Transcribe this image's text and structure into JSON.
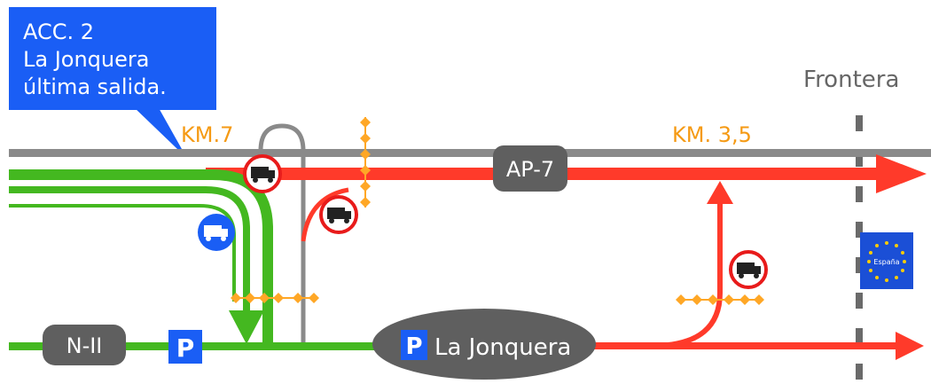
{
  "callout": {
    "line1": "ACC. 2",
    "line2": "La Jonquera",
    "line3": "última salida.",
    "color": "#1a5ef5"
  },
  "border_label": "Frontera",
  "km_labels": {
    "left": "KM.7",
    "right": "KM. 3,5"
  },
  "roads": {
    "ap7": "AP-7",
    "n2": "N-II",
    "town": "La Jonquera"
  },
  "parking_symbol": "P",
  "eu_sign_text": "España",
  "colors": {
    "gray_road": "#8a8a8a",
    "green_route": "#44b820",
    "red_route": "#ff3a2a",
    "orange_marker": "#ffa726",
    "label_box": "#5f5f5f",
    "orange_text": "#f59a14",
    "eu_blue": "#1b4fd6",
    "eu_star": "#ffcc00"
  },
  "icons": {
    "no_trucks": "no-trucks-sign-icon",
    "trucks_allowed": "truck-blue-sign-icon",
    "parking": "parking-icon",
    "eu_flag": "eu-flag-icon"
  }
}
